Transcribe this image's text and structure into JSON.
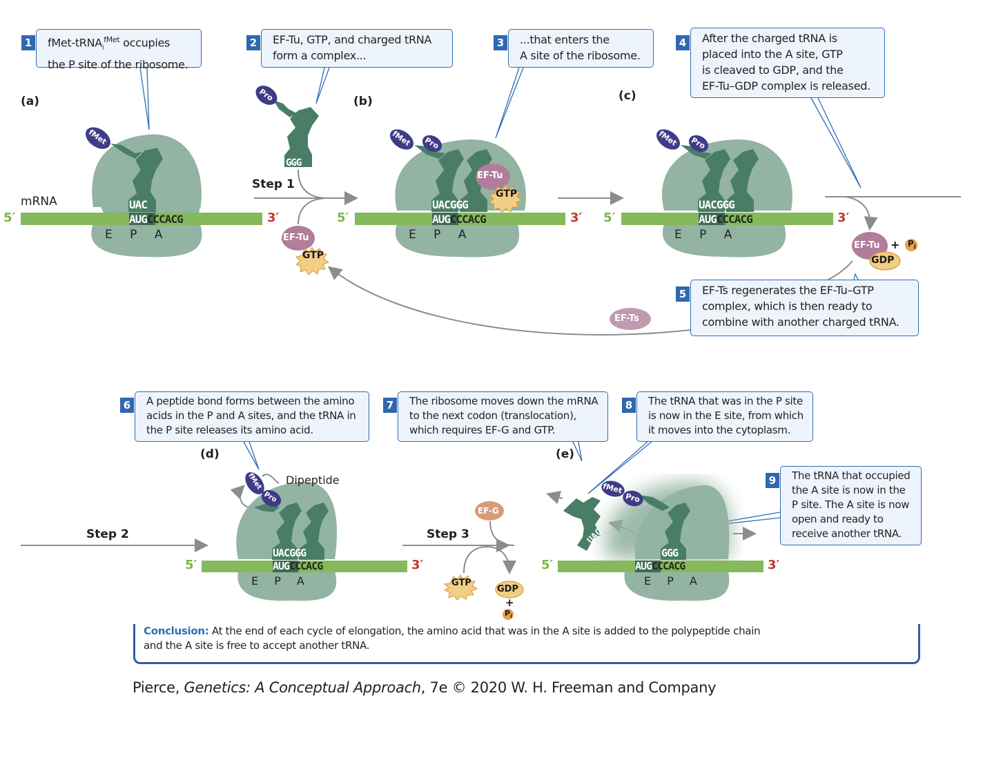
{
  "figure": {
    "panels": {
      "a": "(a)",
      "b": "(b)",
      "c": "(c)",
      "d": "(d)",
      "e": "(e)"
    },
    "steps": {
      "step1": "Step 1",
      "step2": "Step 2",
      "step3": "Step 3"
    },
    "mrna_label": "mRNA",
    "end5": "5′",
    "end3": "3′",
    "sites": "E   P   A",
    "codons": {
      "a": {
        "anticodons": "UAC",
        "mrna_bound": "AUG",
        "mrna_rest": "CCCACG"
      },
      "b": {
        "anticodons": "UACGGG",
        "mrna_bound": "AUG",
        "mrna_rest": "CCCACG"
      },
      "c": {
        "anticodons": "UACGGG",
        "mrna_bound": "AUG",
        "mrna_rest": "CCCACG"
      },
      "d": {
        "anticodons": "UACGGG",
        "mrna_bound": "AUG",
        "mrna_rest": "CCCACG"
      },
      "e": {
        "anticodons": "GGG",
        "mrna_bound": "AUG",
        "mrna_rest": "CCCACG",
        "exiting_anticodon": "UAC"
      }
    },
    "molecules": {
      "fmet": "fMet",
      "pro": "Pro",
      "ggg": "GGG",
      "ef_tu": "EF-Tu",
      "ef_ts": "EF-Ts",
      "ef_g": "EF-G",
      "gtp": "GTP",
      "gdp": "GDP",
      "pi": "P",
      "pi_sub": "i",
      "plus": "+",
      "dipeptide": "Dipeptide"
    },
    "callouts": [
      {
        "num": "1",
        "lines": [
          "fMet-tRNA",
          "the P site of the ribosome."
        ],
        "sub": "i",
        "sup": "fMet",
        "after_sup": " occupies"
      },
      {
        "num": "2",
        "lines": [
          "EF-Tu, GTP, and charged tRNA",
          "form a complex..."
        ]
      },
      {
        "num": "3",
        "lines": [
          "...that enters the",
          "A site of the ribosome."
        ]
      },
      {
        "num": "4",
        "lines": [
          "After the charged tRNA is",
          "placed into the A site, GTP",
          "is cleaved to GDP, and the",
          "EF-Tu–GDP complex is released."
        ]
      },
      {
        "num": "5",
        "lines": [
          "EF-Ts regenerates the EF-Tu–GTP",
          "complex, which is then ready to",
          "combine with another charged tRNA."
        ]
      },
      {
        "num": "6",
        "lines": [
          "A peptide bond forms between the amino",
          "acids in the P and A sites, and the tRNA in",
          "the P site releases its amino acid."
        ]
      },
      {
        "num": "7",
        "lines": [
          "The ribosome moves down the mRNA",
          "to the next codon (translocation),",
          "which requires EF-G and GTP."
        ]
      },
      {
        "num": "8",
        "lines": [
          "The tRNA that was in the P site",
          "is now in the E site, from which",
          "it moves into the cytoplasm."
        ]
      },
      {
        "num": "9",
        "lines": [
          "The tRNA that occupied",
          "the A site is now in the",
          "P site. The A site is now",
          "open and ready to",
          "receive another tRNA."
        ]
      }
    ],
    "conclusion": {
      "title": "Conclusion:",
      "text": " At the end of each cycle of elongation, the amino acid that was in the A site is added to the polypeptide chain",
      "text2": "and the A site is free to accept another tRNA."
    },
    "credit": {
      "author": "Pierce, ",
      "book": "Genetics: A Conceptual Approach",
      "rest": ", 7e © 2020 W. H. Freeman and Company"
    },
    "colors": {
      "ribosome": "#93b3a3",
      "trna": "#4a7d66",
      "mrna": "#86b85c",
      "amino_acid": "#3f3b88",
      "ef_tu": "#b07d9a",
      "ef_ts": "#c09aaf",
      "ef_g": "#d99a7a",
      "gtp": "#f2cd85",
      "callout_border": "#2f6db5",
      "callout_fill": "#eef4fb",
      "badge": "#3068ae",
      "end5": "#7ab648",
      "end3": "#c0392b",
      "arrow": "#8c8c8c"
    }
  }
}
